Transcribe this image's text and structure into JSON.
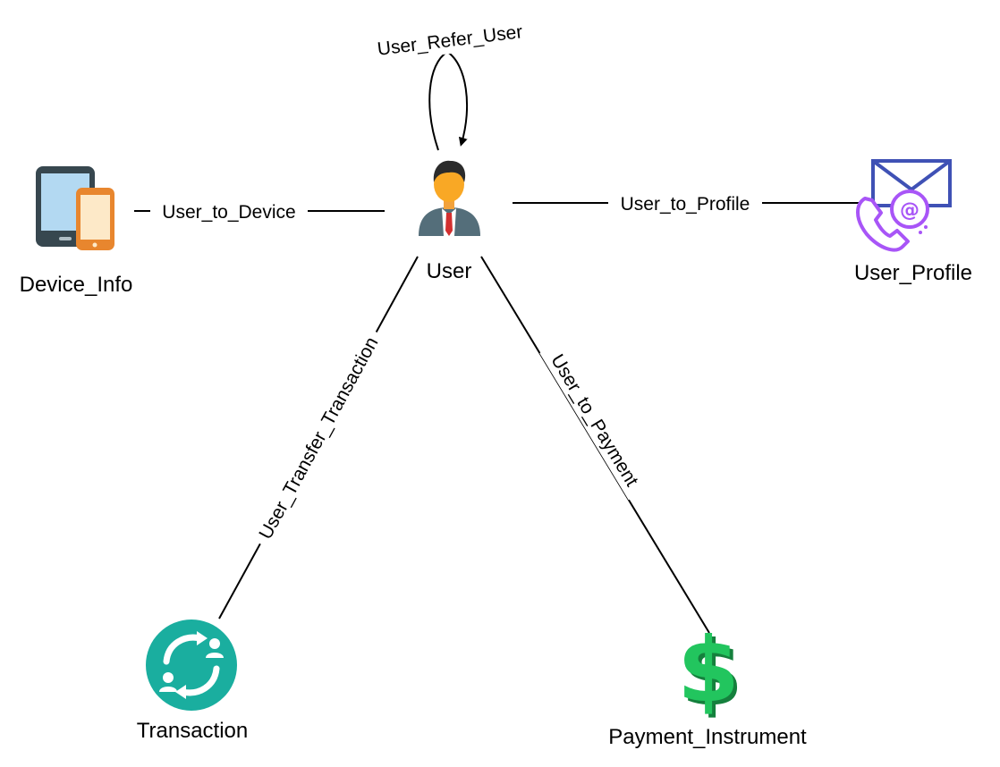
{
  "nodes": {
    "user": {
      "label": "User",
      "icon": "businessman-icon"
    },
    "device_info": {
      "label": "Device_Info",
      "icon": "tablet-and-phone-icon"
    },
    "user_profile": {
      "label": "User_Profile",
      "icon": "mail-and-phone-icon"
    },
    "transaction": {
      "label": "Transaction",
      "icon": "exchange-users-icon"
    },
    "payment_instrument": {
      "label": "Payment_Instrument",
      "icon": "dollar-sign-icon"
    }
  },
  "edges": {
    "refer": {
      "label": "User_Refer_User",
      "from": "User",
      "to": "User"
    },
    "device": {
      "label": "User_to_Device",
      "from": "User",
      "to": "Device_Info"
    },
    "profile": {
      "label": "User_to_Profile",
      "from": "User",
      "to": "User_Profile"
    },
    "transfer": {
      "label": "User_Transfer_Transaction",
      "from": "User",
      "to": "Transaction"
    },
    "payment": {
      "label": "User_to_Payment",
      "from": "User",
      "to": "Payment_Instrument"
    }
  },
  "colors": {
    "line": "#000000",
    "user_suit": "#546e7a",
    "user_skin": "#f9a825",
    "user_tie": "#d32f2f",
    "tablet_body": "#37474f",
    "tablet_screen": "#b3d9f2",
    "phone_body": "#e8862e",
    "phone_screen": "#fde9c8",
    "envelope": "#3f51b5",
    "phone_purple": "#a855f7",
    "transaction_bg": "#1aae9f",
    "dollar_green": "#22c55e"
  }
}
